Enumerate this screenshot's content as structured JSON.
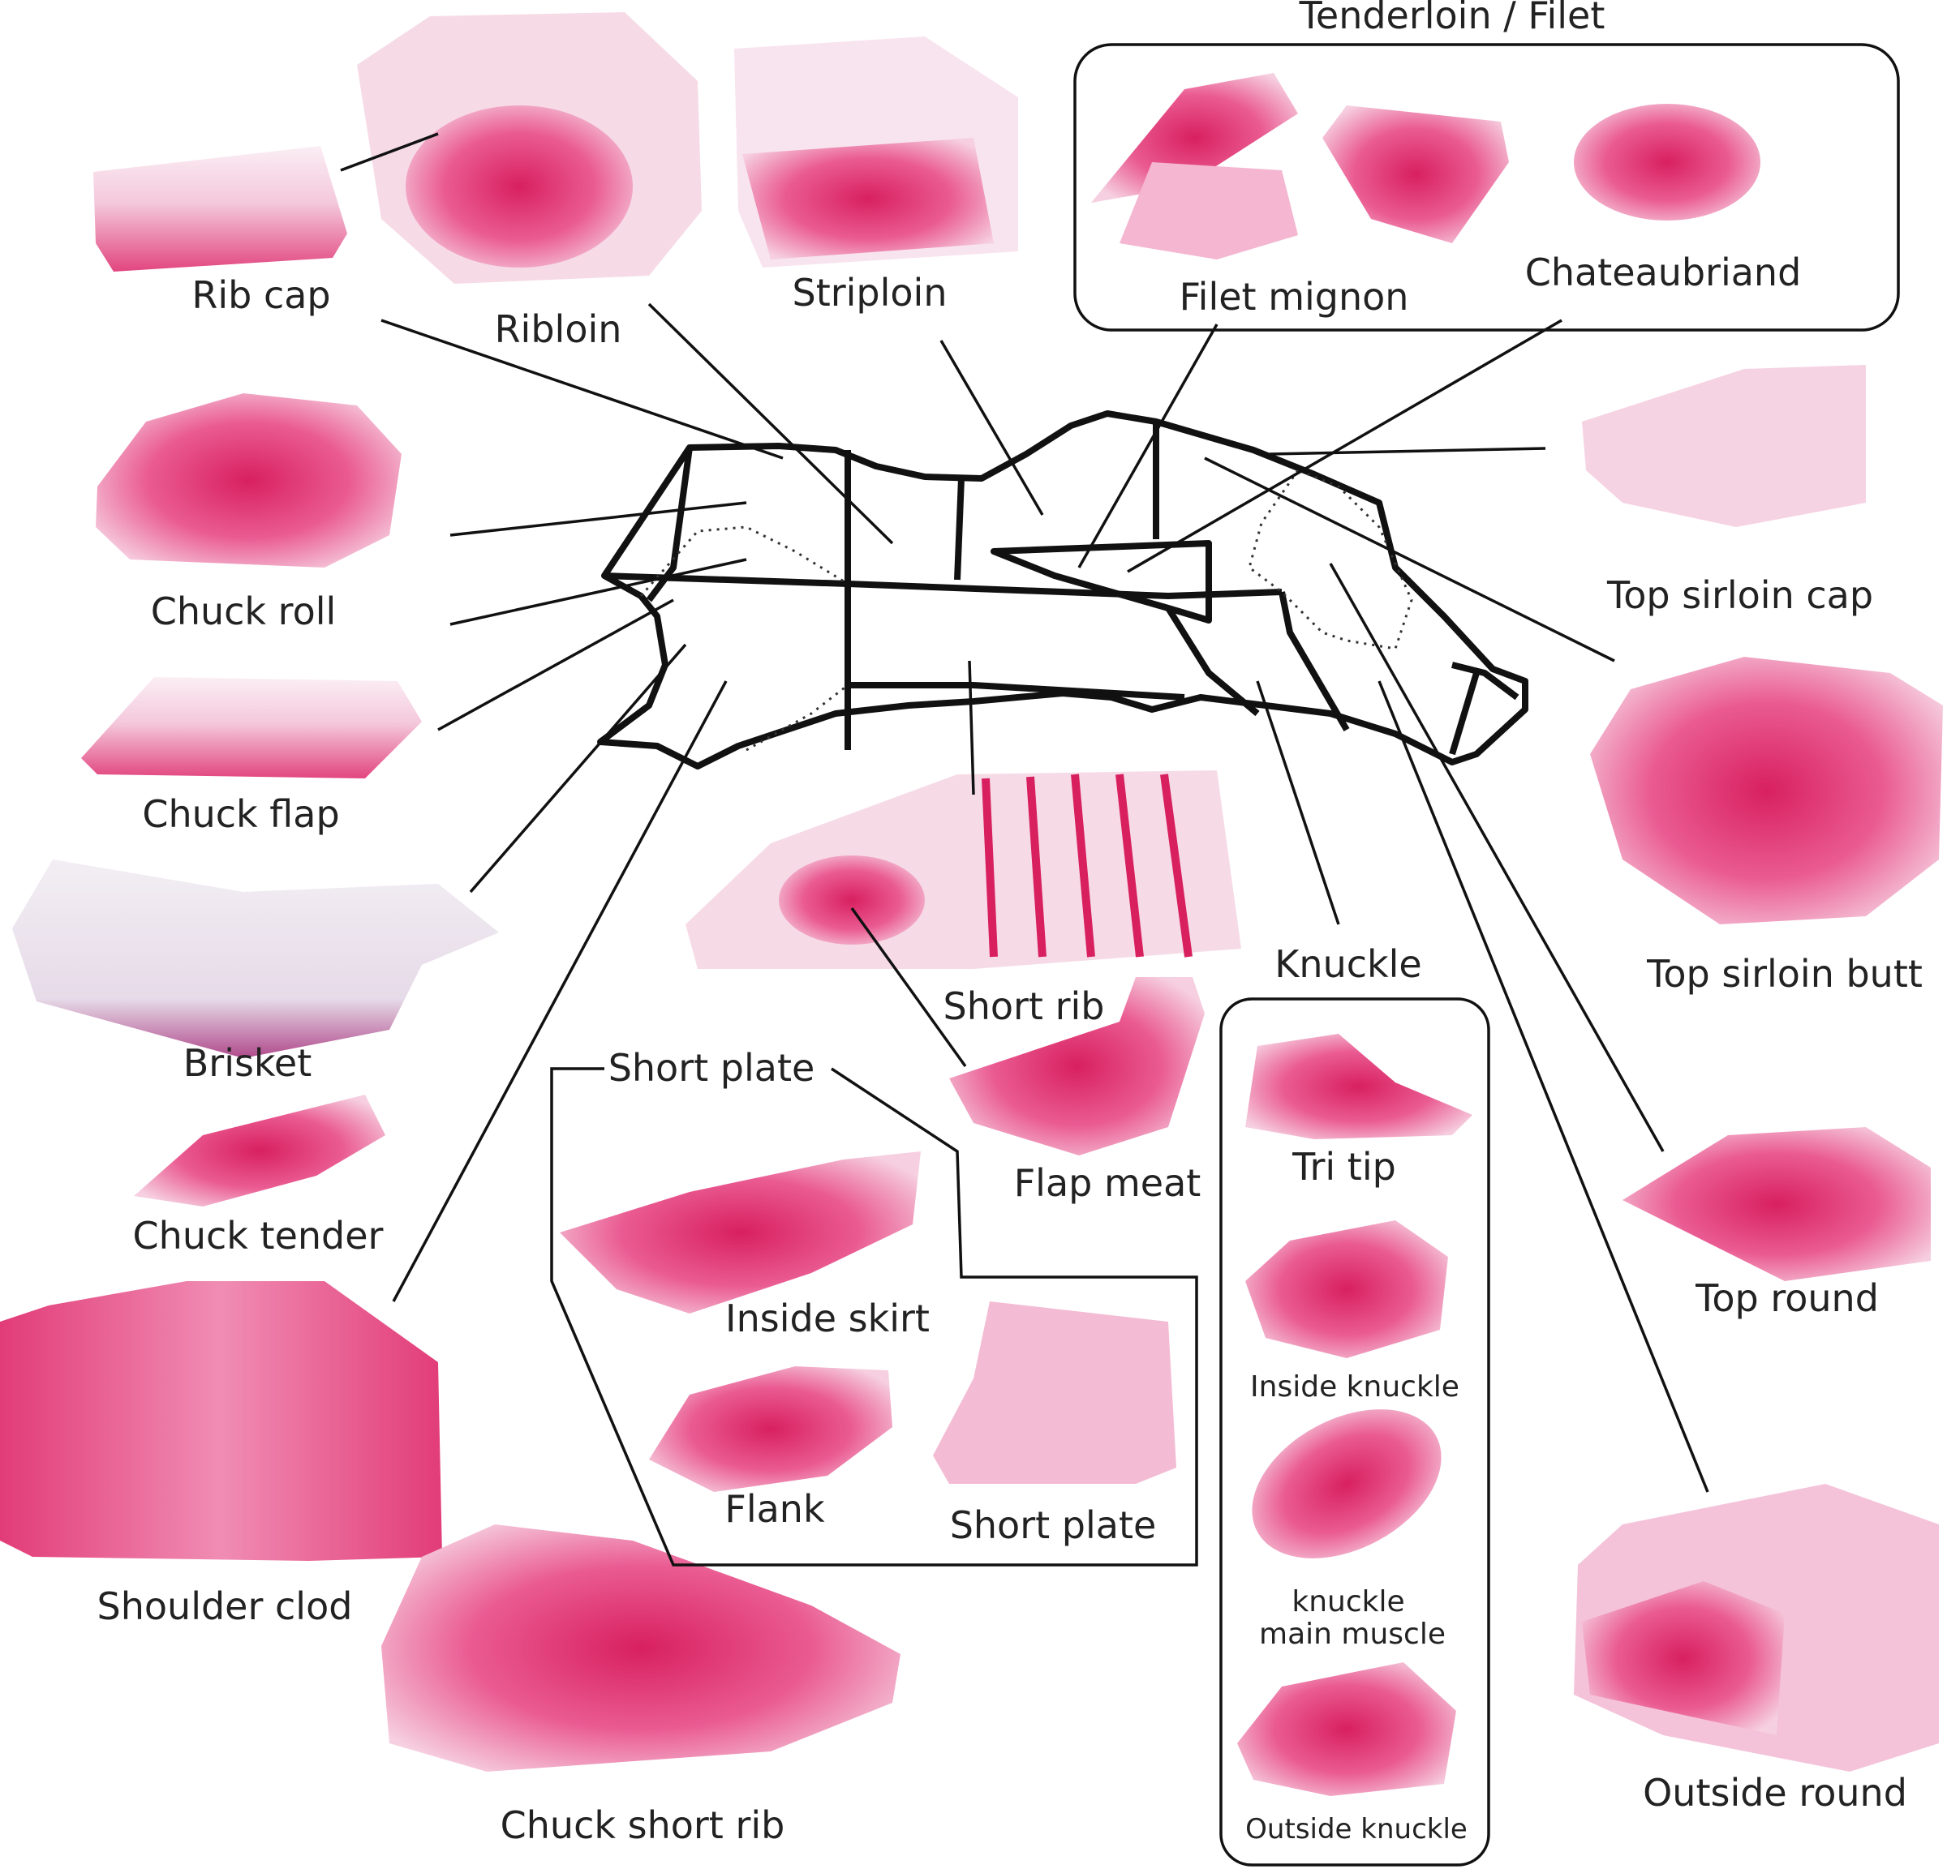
{
  "colors": {
    "meat": "#e8407f",
    "meat_dark": "#d8205f",
    "fat": "#f7dde9",
    "line": "#111111",
    "text": "#222222"
  },
  "groups": {
    "tenderloin_title": "Tenderloin / Filet",
    "short_plate_title": "Short plate"
  },
  "labels": {
    "rib_cap": "Rib cap",
    "ribloin": "Ribloin",
    "striploin": "Striploin",
    "filet_mignon": "Filet mignon",
    "chateaubriand": "Chateaubriand",
    "chuck_roll": "Chuck roll",
    "top_sirloin_cap": "Top sirloin cap",
    "chuck_flap": "Chuck flap",
    "brisket": "Brisket",
    "top_sirloin_butt": "Top sirloin butt",
    "knuckle": "Knuckle",
    "short_rib": "Short rib",
    "flap_meat": "Flap meat",
    "chuck_tender": "Chuck tender",
    "tri_tip": "Tri tip",
    "top_round": "Top round",
    "inside_skirt": "Inside skirt",
    "inside_knuckle": "Inside knuckle",
    "flank": "Flank",
    "short_plate": "Short plate",
    "shoulder_clod": "Shoulder clod",
    "knuckle_main_1": "knuckle",
    "knuckle_main_2": "main muscle",
    "outside_round": "Outside round",
    "chuck_short_rib": "Chuck short rib",
    "outside_knuckle": "Outside knuckle"
  }
}
